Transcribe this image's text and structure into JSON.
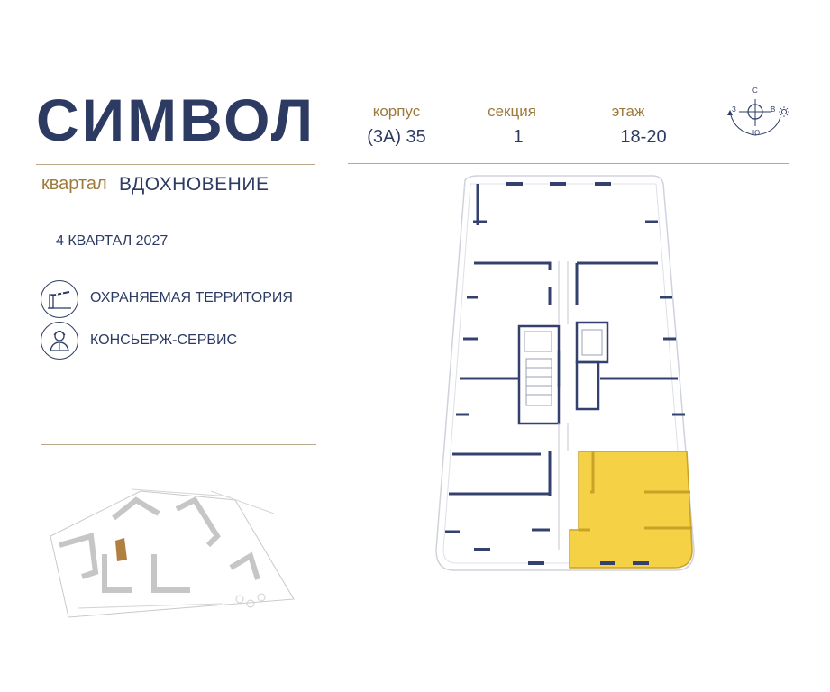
{
  "brand": {
    "logo": "СИМВОЛ",
    "quarter_label": "квартал",
    "quarter_name": "ВДОХНОВЕНИЕ",
    "completion": "4 КВАРТАЛ 2027"
  },
  "features": [
    {
      "icon": "barrier-gate-icon",
      "label": "ОХРАНЯЕМАЯ ТЕРРИТОРИЯ"
    },
    {
      "icon": "concierge-icon",
      "label": "КОНСЬЕРЖ-СЕРВИС"
    }
  ],
  "info": {
    "building_label": "корпус",
    "building_value": "(3А) 35",
    "section_label": "секция",
    "section_value": "1",
    "floor_label": "этаж",
    "floor_value": "18-20"
  },
  "compass": {
    "north": "С",
    "south": "Ю",
    "east": "В",
    "west": "З"
  },
  "colors": {
    "navy": "#2d3b63",
    "gold": "#9d7a3c",
    "divider": "#b8a98a",
    "highlight": "#f5d145",
    "highlight_stroke": "#c9a227",
    "site_building": "#b08040"
  }
}
